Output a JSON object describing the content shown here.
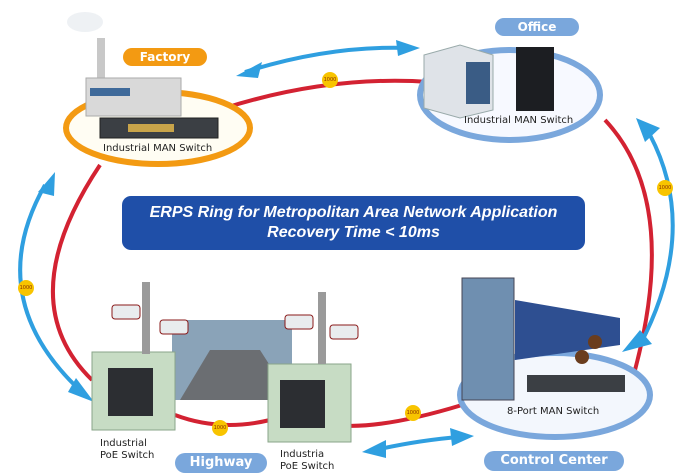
{
  "title": {
    "line1": "ERPS Ring for Metropolitan Area Network Application",
    "line2": "Recovery Time < 10ms"
  },
  "sites": {
    "factory": {
      "name": "Factory",
      "device": "Industrial MAN Switch",
      "color": "#f39a12"
    },
    "office": {
      "name": "Office",
      "device": "Industrial MAN Switch",
      "color": "#7aa7dc"
    },
    "control_center": {
      "name": "Control Center",
      "device": "8-Port MAN Switch",
      "color": "#7aa7dc"
    },
    "highway": {
      "name": "Highway",
      "color": "#7aa7dc",
      "switch1_line1": "Industrial",
      "switch1_line2": "PoE Switch",
      "switch2_line1": "Industria",
      "switch2_line2": "PoE Switch"
    }
  },
  "links": {
    "speed_label": "1000",
    "ring_color": "#d32232",
    "arrow_color": "#2f9fe0",
    "badge_color": "#f8c400"
  }
}
